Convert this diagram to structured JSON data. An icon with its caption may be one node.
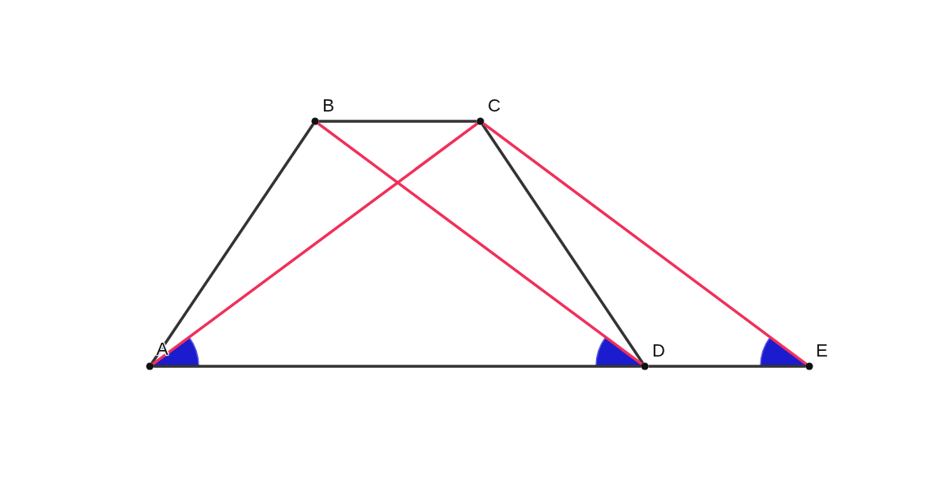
{
  "diagram": {
    "nodes": [
      {
        "text": [],
        "shape": "circle",
        "beside": [
          "A"
        ]
      },
      {
        "text": [],
        "shape": "circle",
        "beside": [
          "B"
        ]
      },
      {
        "text": [],
        "shape": "circle",
        "beside": [
          "C"
        ]
      },
      {
        "text": [],
        "shape": "circle",
        "beside": [
          "D"
        ]
      },
      {
        "text": [],
        "shape": "circle",
        "beside": [
          "E"
        ]
      }
    ],
    "edges": [
      {
        "from": 0,
        "to": 1,
        "arrow": "none"
      },
      {
        "from": 1,
        "to": 2,
        "arrow": "none"
      },
      {
        "from": 2,
        "to": 3,
        "arrow": "none"
      },
      {
        "from": 0,
        "to": 3,
        "arrow": "none"
      },
      {
        "from": 3,
        "to": 4,
        "arrow": "none"
      },
      {
        "from": 0,
        "to": 2,
        "arrow": "none",
        "color": "#f0305a"
      },
      {
        "from": 1,
        "to": 3,
        "arrow": "none",
        "color": "#f0305a"
      },
      {
        "from": 2,
        "to": 4,
        "arrow": "none",
        "color": "#f0305a"
      }
    ]
  }
}
